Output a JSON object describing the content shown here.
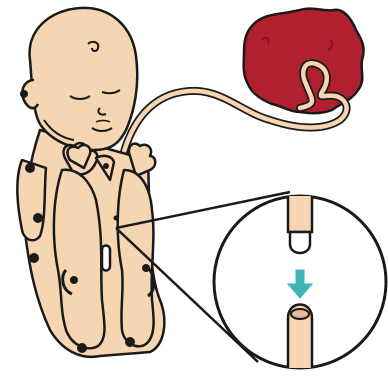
{
  "figure": {
    "subject": "newborn-manikin-umbilical-connection",
    "parts": [
      {
        "name": "manikin-baby",
        "color_fill": "#F5D5B2",
        "color_stroke": "#1A1A1A"
      },
      {
        "name": "placenta",
        "color_fill": "#B0202F",
        "color_stroke": "#1A1A1A"
      },
      {
        "name": "umbilical-cord",
        "color_fill": "#F5D5B2"
      },
      {
        "name": "detail-magnifier",
        "color_fill": "#ffffff"
      },
      {
        "name": "insert-arrow",
        "color_fill": "#3FB3B8",
        "direction": "down"
      }
    ]
  }
}
